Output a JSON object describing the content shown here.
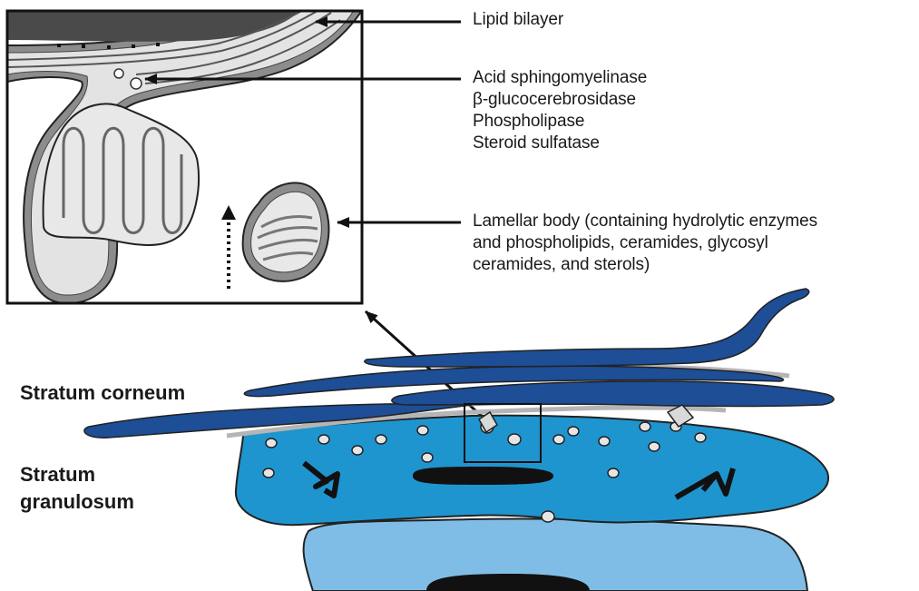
{
  "labels": {
    "lipid_bilayer": "Lipid bilayer",
    "enzymes": [
      "Acid sphingomyelinase",
      "β-glucocerebrosidase",
      "Phospholipase",
      "Steroid sulfatase"
    ],
    "lamellar_body": [
      "Lamellar body (containing hydrolytic enzymes",
      "and phospholipids, ceramides, glycosyl",
      "ceramides, and sterols)"
    ]
  },
  "layers": {
    "stratum_corneum": "Stratum corneum",
    "stratum_granulosum": [
      "Stratum",
      "granulosum"
    ]
  },
  "colors": {
    "corneum_dark_blue": "#1d4e96",
    "granulosum_mid_blue": "#1f95cf",
    "lower_cell_light_blue": "#80bde6",
    "nucleus": "#111111",
    "membrane_gray": "#8c8c8c",
    "lamella_light": "#d9d9d9",
    "outline": "#222222"
  }
}
